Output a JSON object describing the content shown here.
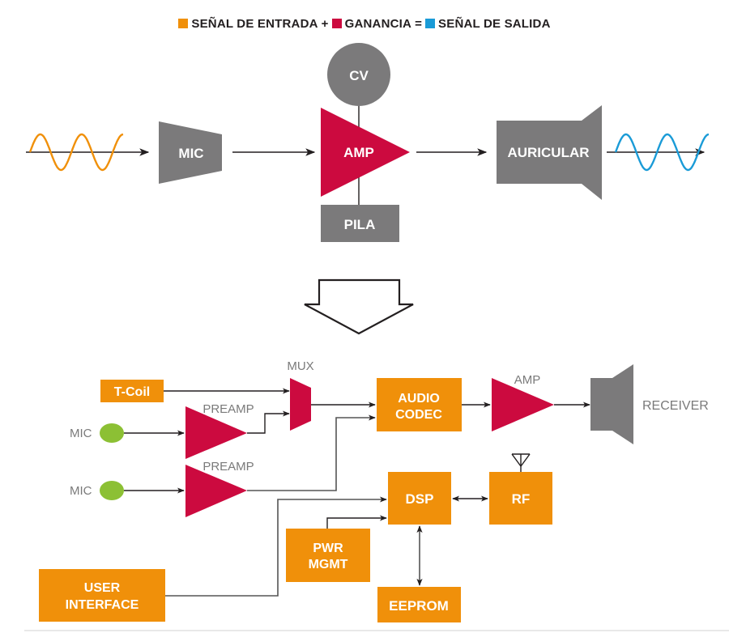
{
  "colors": {
    "input_signal": "#f0900a",
    "gain": "#cc0a3f",
    "output_signal": "#1a9bd7",
    "block_gray": "#7b7a7b",
    "block_orange": "#f0900a",
    "mic_green": "#8cc034",
    "line": "#231f20"
  },
  "legend": {
    "items": [
      {
        "label": "SEÑAL DE ENTRADA",
        "color": "#f0900a"
      },
      {
        "label": "GANANCIA",
        "color": "#cc0a3f"
      },
      {
        "label": "SEÑAL DE SALIDA",
        "color": "#1a9bd7"
      }
    ],
    "operators": [
      "+",
      "="
    ]
  },
  "top_diagram": {
    "input_wave": "sine-wave-input",
    "mic": "MIC",
    "cv": "CV",
    "amp": "AMP",
    "battery": "PILA",
    "earphone": "AURICULAR",
    "output_wave": "sine-wave-output"
  },
  "transition_arrow": "down-arrow",
  "bottom_diagram": {
    "tcoil": "T-Coil",
    "mux": "MUX",
    "preamp1": "PREAMP",
    "preamp2": "PREAMP",
    "mic1": "MIC",
    "mic2": "MIC",
    "codec_line1": "AUDIO",
    "codec_line2": "CODEC",
    "amp": "AMP",
    "receiver": "RECEIVER",
    "dsp": "DSP",
    "rf": "RF",
    "pwr_line1": "PWR",
    "pwr_line2": "MGMT",
    "eeprom": "EEPROM",
    "ui_line1": "USER",
    "ui_line2": "INTERFACE"
  }
}
